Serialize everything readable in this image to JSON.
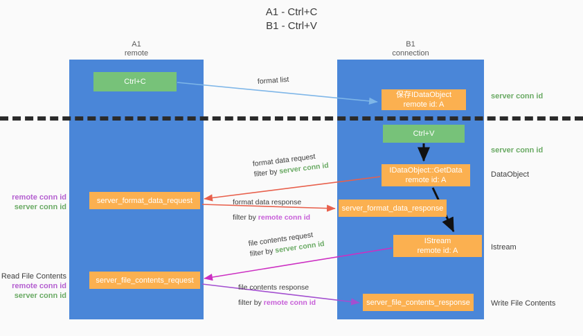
{
  "title": {
    "line1": "A1 - Ctrl+C",
    "line2": "B1 - Ctrl+V"
  },
  "columns": [
    {
      "name": "A1",
      "subtitle": "remote"
    },
    {
      "name": "B1",
      "subtitle": "connection"
    }
  ],
  "nodes": {
    "ctrl_c": {
      "label": "Ctrl+C",
      "color": "#77c279"
    },
    "idataobject": {
      "line1": "保存IDataObject",
      "line2": "remote id: A",
      "color": "#fbb050"
    },
    "ctrl_v": {
      "label": "Ctrl+V",
      "color": "#77c279"
    },
    "getdata": {
      "line1": "IDataObject::GetData",
      "line2": "remote id: A",
      "color": "#fbb050"
    },
    "server_format_data_request": {
      "label": "server_format_data_request",
      "color": "#fbb050"
    },
    "server_format_data_response": {
      "label": "server_format_data_response",
      "color": "#fbb050"
    },
    "istream": {
      "line1": "IStream",
      "line2": "remote id: A",
      "color": "#fbb050"
    },
    "server_file_contents_request": {
      "label": "server_file_contents_request",
      "color": "#fbb050"
    },
    "server_file_contents_response": {
      "label": "server_file_contents_response",
      "color": "#fbb050"
    }
  },
  "edge_labels": {
    "format_list": "format list",
    "format_data_request": "format data request",
    "format_data_request_filter_prefix": "filter by ",
    "format_data_request_filter_key": "server conn id",
    "format_data_response": "format data response",
    "format_data_response_filter_prefix": "filter by ",
    "format_data_response_filter_key": "remote conn id",
    "file_contents_request": "file contents request",
    "file_contents_request_filter_prefix": "filter by ",
    "file_contents_request_filter_key": "server conn id",
    "file_contents_response": "file contents response",
    "file_contents_response_filter_prefix": "filter by ",
    "file_contents_response_filter_key": "remote conn id"
  },
  "right_notes": {
    "server_conn_id_1": "server conn id",
    "server_conn_id_2": "server conn id",
    "data_object": "DataObject",
    "istream": "Istream",
    "write_file_contents": "Write File Contents"
  },
  "left_notes": {
    "group1_remote": "remote conn id",
    "group1_server": "server conn id",
    "read_file_contents": "Read File Contents",
    "group2_remote": "remote conn id",
    "group2_server": "server conn id"
  },
  "colors": {
    "lane": "#4a86d8",
    "green_box": "#77c279",
    "orange_box": "#fbb050",
    "server_conn_id": "#6aaa64",
    "remote_conn_id": "#c75fd8",
    "divider": "#2b2b2b",
    "arrow_blue": "#7eb6e8",
    "arrow_red": "#e8604c",
    "arrow_magenta": "#cc2fc2",
    "arrow_purple": "#a34fd0",
    "arrow_black": "#000000",
    "background": "#fafafa"
  }
}
